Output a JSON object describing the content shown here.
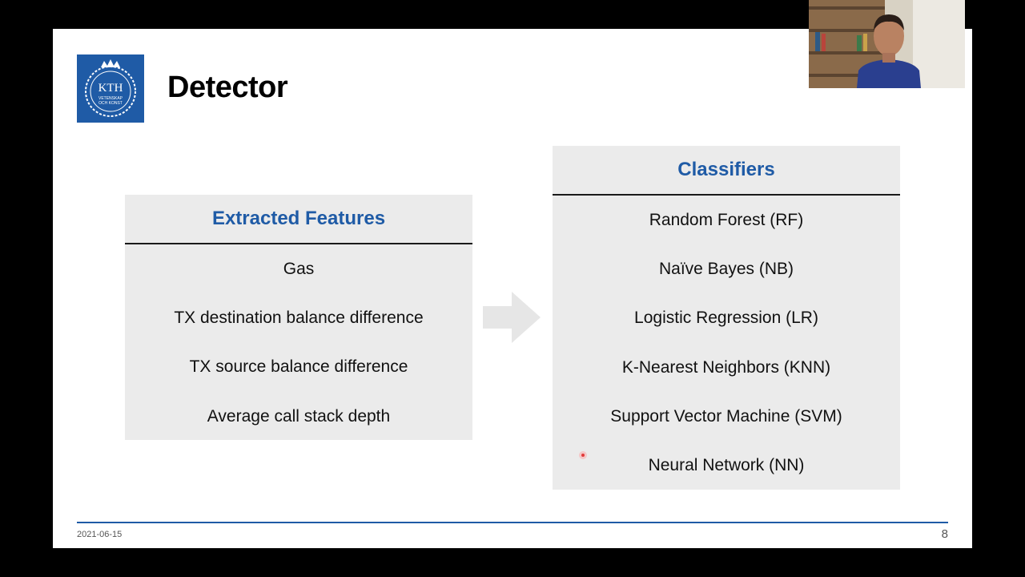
{
  "slide": {
    "title": "Detector",
    "logo": {
      "name": "KTH",
      "text": "KTH",
      "subtext_line1": "VETENSKAP",
      "subtext_line2": "OCH KONST"
    },
    "features_panel": {
      "header": "Extracted Features",
      "items": [
        "Gas",
        "TX destination balance difference",
        "TX source balance difference",
        "Average call stack depth"
      ]
    },
    "arrow_icon": "right-arrow-icon",
    "classifiers_panel": {
      "header": "Classifiers",
      "items": [
        "Random Forest (RF)",
        "Naïve Bayes (NB)",
        "Logistic Regression (LR)",
        "K-Nearest Neighbors (KNN)",
        "Support Vector Machine (SVM)",
        "Neural Network (NN)"
      ]
    },
    "footer": {
      "date": "2021-06-15",
      "page_number": "8"
    }
  },
  "colors": {
    "accent": "#1f5ba6",
    "panel_background": "#ebebeb",
    "background": "#000000",
    "slide_background": "#ffffff",
    "pointer": "#e23b3b"
  }
}
